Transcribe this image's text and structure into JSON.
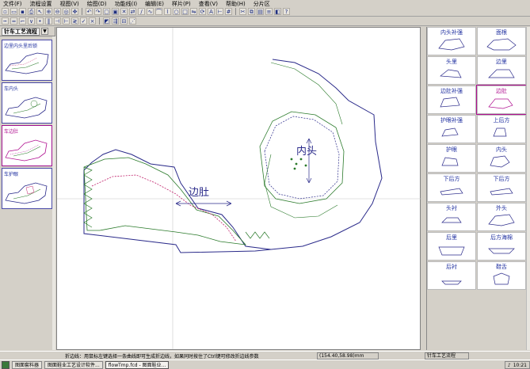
{
  "menu": [
    "文件(F)",
    "流程设置",
    "视图(V)",
    "绘图(D)",
    "功能线(I)",
    "编辑(E)",
    "样片(P)",
    "查看(V)",
    "帮助(H)",
    "分片区"
  ],
  "toolbar": {
    "layer_combo": "",
    "zoom_text": ""
  },
  "left_panel": {
    "title": "针车工艺流程",
    "items": [
      {
        "label": "边里内头里后锁"
      },
      {
        "label": "车内头"
      },
      {
        "label": "车边肚"
      },
      {
        "label": "车护眼"
      }
    ]
  },
  "canvas": {
    "label_biandu": "边肚",
    "label_neitou": "内头"
  },
  "right_panel": {
    "pieces": [
      {
        "label": "内头补强"
      },
      {
        "label": "面根"
      },
      {
        "label": "头里"
      },
      {
        "label": "边里"
      },
      {
        "label": "边肚补强"
      },
      {
        "label": "边肚"
      },
      {
        "label": "护眼补强"
      },
      {
        "label": "上后方"
      },
      {
        "label": "护眼"
      },
      {
        "label": "内头"
      },
      {
        "label": "下后方"
      },
      {
        "label": "下后方"
      },
      {
        "label": "头衬"
      },
      {
        "label": "外头"
      },
      {
        "label": "后里"
      },
      {
        "label": "后方海棉"
      },
      {
        "label": "后衬"
      },
      {
        "label": "鞋舌"
      }
    ]
  },
  "status": {
    "message": "折边线：用鼠标左键选择一条曲线即可生成折边线，如果同时按住了Ctrl键可修改折边线参数",
    "coords": "(154.40,58.98)mm",
    "panel_name": "针车工艺流程"
  },
  "taskbar": {
    "tasks": [
      "图面套料器",
      "图面鞋业工艺设计软件...",
      "flowTmp.fcd - 图面鞋业..."
    ],
    "clock": "10:21"
  },
  "colors": {
    "outline_blue": "#2a2a8a",
    "seam_green": "#2a7a2a",
    "stitch_red": "#c0206a",
    "selected_magenta": "#b01090"
  }
}
